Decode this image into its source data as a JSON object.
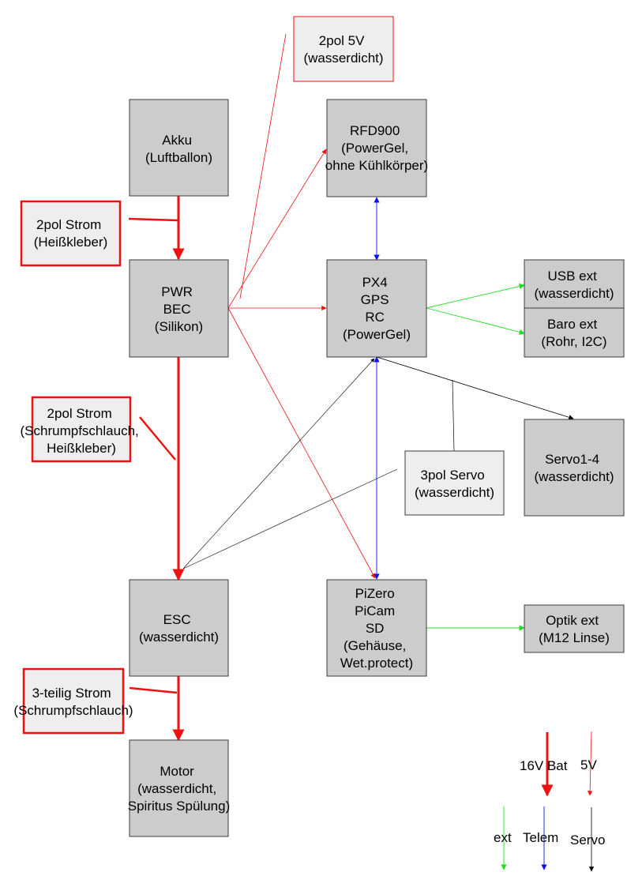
{
  "colors": {
    "box_fill": "#cccccc",
    "note_fill": "#eeeeee",
    "red": "#ee1111",
    "green": "#22dd22",
    "blue": "#1111ee",
    "black": "#000000"
  },
  "nodes": {
    "akku": [
      "Akku",
      "(Luftballon)"
    ],
    "pwr": [
      "PWR",
      "BEC",
      "(Silikon)"
    ],
    "esc": [
      "ESC",
      "(wasserdicht)"
    ],
    "motor": [
      "Motor",
      "(wasserdicht,",
      "Spiritus Spülung)"
    ],
    "rfd900": [
      "RFD900",
      "(PowerGel,",
      "ohne Kühlkörper)"
    ],
    "px4": [
      "PX4",
      "GPS",
      "RC",
      "(PowerGel)"
    ],
    "pizero": [
      "PiZero",
      "PiCam",
      "SD",
      "(Gehäuse,",
      "Wet.protect)"
    ],
    "usb_ext": [
      "USB ext",
      "(wasserdicht)"
    ],
    "baro_ext": [
      "Baro ext",
      "(Rohr, I2C)"
    ],
    "servo": [
      "Servo1-4",
      "(wasserdicht)"
    ],
    "optik_ext": [
      "Optik ext",
      "(M12 Linse)"
    ]
  },
  "notes": {
    "pol2_5v": [
      "2pol 5V",
      "(wasserdicht)"
    ],
    "pol2_strom_1": [
      "2pol Strom",
      "(Heißkleber)"
    ],
    "pol2_strom_2": [
      "2pol Strom",
      "(Schrumpfschlauch,",
      "Heißkleber)"
    ],
    "pol3_servo": [
      "3pol Servo",
      "(wasserdicht)"
    ],
    "teilig3_strom": [
      "3-teilig Strom",
      "(Schrumpfschlauch)"
    ]
  },
  "legend": {
    "bat_16v": "16V Bat",
    "v5": "5V",
    "ext": "ext",
    "telem": "Telem",
    "servo": "Servo"
  }
}
